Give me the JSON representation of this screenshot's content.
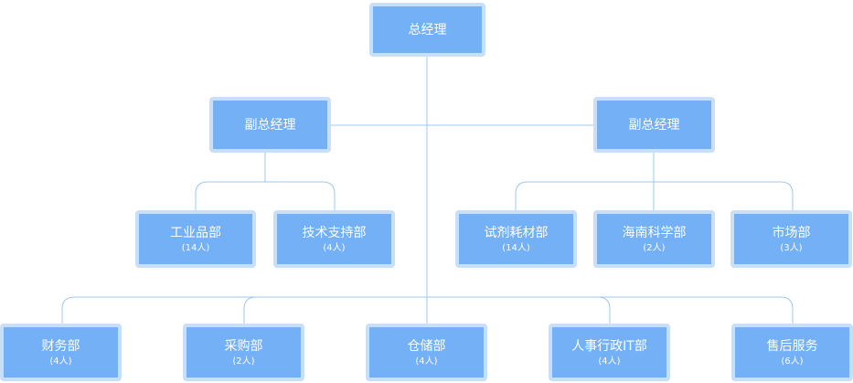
{
  "org": {
    "ceo": {
      "name": "总经理"
    },
    "vp_left": {
      "name": "副总经理"
    },
    "vp_right": {
      "name": "副总经理"
    },
    "dept_industrial": {
      "name": "工业品部",
      "count": "(14人)"
    },
    "dept_tech": {
      "name": "技术支持部",
      "count": "(4人)"
    },
    "dept_reagent": {
      "name": "试剂耗材部",
      "count": "(14人)"
    },
    "dept_marine": {
      "name": "海南科学部",
      "count": "(2人)"
    },
    "dept_market": {
      "name": "市场部",
      "count": "(3人)"
    },
    "dept_finance": {
      "name": "财务部",
      "count": "(4人)"
    },
    "dept_purchase": {
      "name": "采购部",
      "count": "(2人)"
    },
    "dept_storage": {
      "name": "仓储部",
      "count": "(4人)"
    },
    "dept_hr_it": {
      "name": "人事行政IT部",
      "count": "(4人)"
    },
    "dept_service": {
      "name": "售后服务",
      "count": "(6人)"
    }
  },
  "colors": {
    "node_fill": "#73b0f6",
    "node_border": "#c8dffa",
    "line": "#9ec8ef"
  }
}
